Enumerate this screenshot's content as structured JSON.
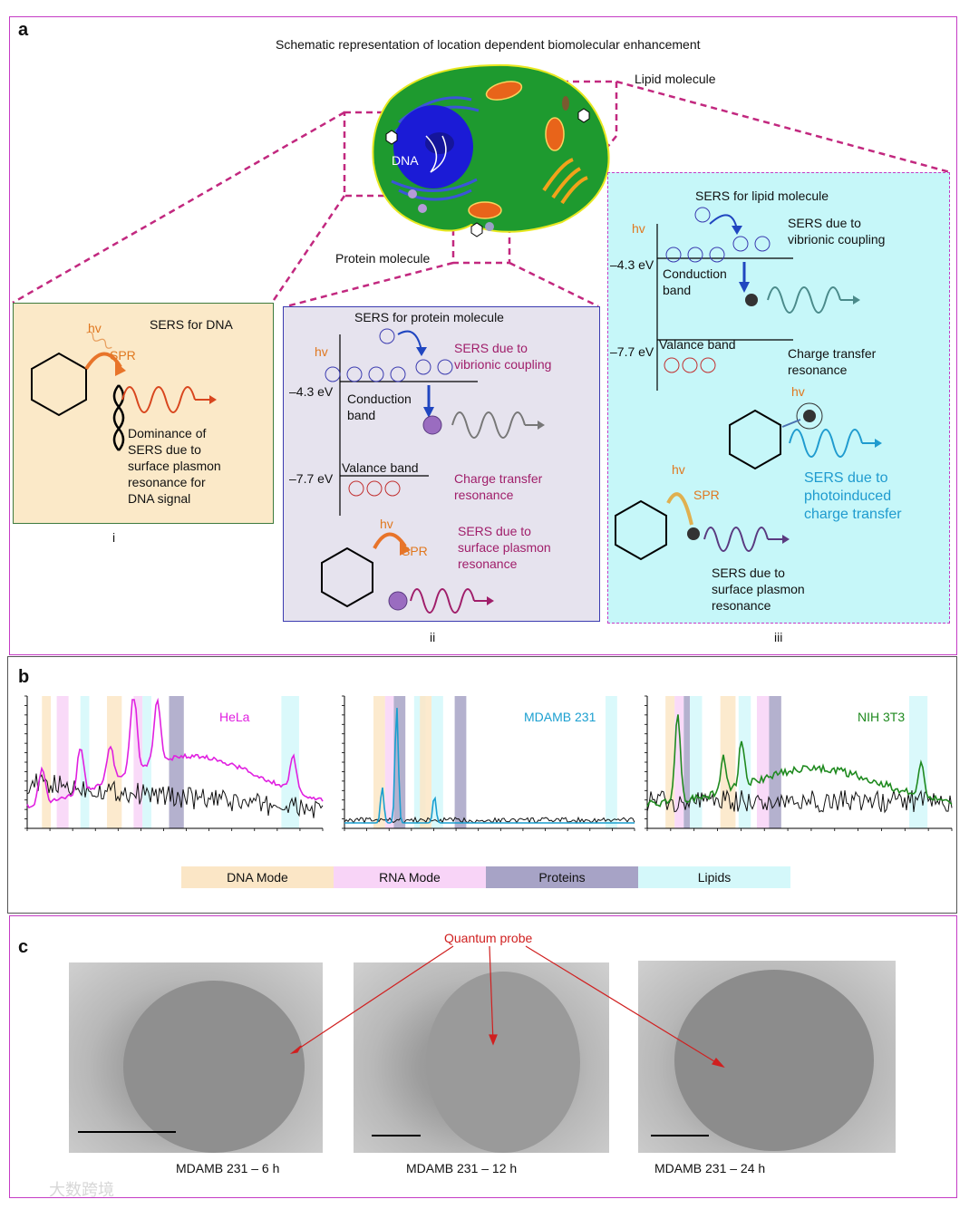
{
  "panel_a": {
    "letter": "a",
    "title": "Schematic representation of location dependent biomolecular enhancement",
    "cell": {
      "dna_label": "DNA",
      "lipid_label": "Lipid molecule",
      "protein_label": "Protein molecule"
    },
    "box_i": {
      "title": "SERS for DNA",
      "hv": "hv",
      "spr": "SPR",
      "text": [
        "Dominance of",
        "SERS due to",
        "surface plasmon",
        "resonance for",
        "DNA signal"
      ],
      "roman": "i",
      "bg_color": "#fbe9c8"
    },
    "box_ii": {
      "title": "SERS for protein molecule",
      "hv": "hv",
      "level_cb": "–4.3 eV",
      "level_vb": "–7.7 eV",
      "cb_label": [
        "Conduction",
        "band"
      ],
      "vb_label": "Valance band",
      "electron": "e⁻",
      "hole": "h+",
      "vibronic": [
        "SERS due to",
        "vibrionic coupling"
      ],
      "charge_transfer": [
        "Charge transfer",
        "resonance"
      ],
      "spr_text": [
        "SERS due to",
        "surface plasmon",
        "resonance"
      ],
      "hv2": "hv",
      "spr": "SPR",
      "roman": "ii",
      "bg_color": "#e6e3ee"
    },
    "box_iii": {
      "title": "SERS for lipid molecule",
      "hv": "hv",
      "level_cb": "–4.3 eV",
      "level_vb": "–7.7 eV",
      "cb_label": [
        "Conduction",
        "band"
      ],
      "vb_label": "Valance band",
      "electron": "e⁻",
      "hole": "h+",
      "vibronic": [
        "SERS due to",
        "vibrionic coupling"
      ],
      "charge_transfer": [
        "Charge transfer",
        "resonance"
      ],
      "photo": [
        "SERS due to",
        "photoinduced",
        "charge transfer"
      ],
      "hv2": "hv",
      "hv3": "hv",
      "spr": "SPR",
      "spr_text": [
        "SERS due to",
        "surface plasmon",
        "resonance"
      ],
      "roman": "iii",
      "bg_color": "#c6f7f9"
    }
  },
  "panel_b": {
    "letter": "b",
    "charts": [
      {
        "name": "HeLa",
        "color": "#e020e0"
      },
      {
        "name": "MDAMB 231",
        "color": "#1a9fd0"
      },
      {
        "name": "NIH 3T3",
        "color": "#1f8a1f"
      }
    ],
    "legend": [
      {
        "label": "DNA Mode",
        "color": "#fbe6c6"
      },
      {
        "label": "RNA Mode",
        "color": "#f8d4f7"
      },
      {
        "label": "Proteins",
        "color": "#a7a3c6"
      },
      {
        "label": "Lipids",
        "color": "#d4f8fa"
      }
    ]
  },
  "chart_data": [
    {
      "type": "line",
      "title": "HeLa",
      "series": [
        {
          "name": "HeLa"
        }
      ],
      "bands": [
        "DNA Mode",
        "RNA Mode",
        "Proteins",
        "Lipids"
      ]
    },
    {
      "type": "line",
      "title": "MDAMB 231",
      "series": [
        {
          "name": "MDAMB 231"
        }
      ],
      "bands": [
        "DNA Mode",
        "RNA Mode",
        "Proteins",
        "Lipids"
      ]
    },
    {
      "type": "line",
      "title": "NIH 3T3",
      "series": [
        {
          "name": "NIH 3T3"
        }
      ],
      "bands": [
        "DNA Mode",
        "RNA Mode",
        "Proteins",
        "Lipids"
      ]
    }
  ],
  "panel_c": {
    "letter": "c",
    "annotation": "Quantum probe",
    "images": [
      {
        "caption": "MDAMB 231 – 6 h"
      },
      {
        "caption": "MDAMB 231 – 12 h"
      },
      {
        "caption": "MDAMB 231 – 24 h"
      }
    ]
  },
  "watermark": "大数跨境"
}
